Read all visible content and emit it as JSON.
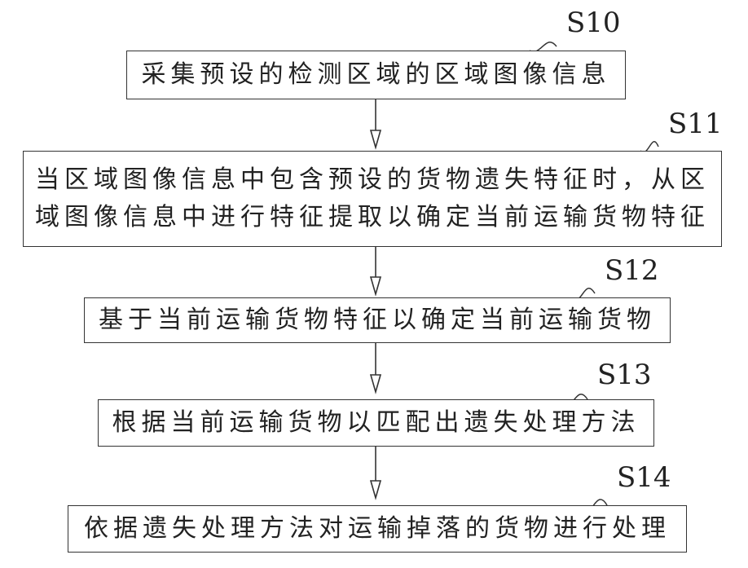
{
  "steps": [
    {
      "id": "S10",
      "text": "采集预设的检测区域的区域图像信息"
    },
    {
      "id": "S11",
      "text_line1": "当区域图像信息中包含预设的货物遗失特征时，从区",
      "text_line2": "域图像信息中进行特征提取以确定当前运输货物特征"
    },
    {
      "id": "S12",
      "text": "基于当前运输货物特征以确定当前运输货物"
    },
    {
      "id": "S13",
      "text": "根据当前运输货物以匹配出遗失处理方法"
    },
    {
      "id": "S14",
      "text": "依据遗失处理方法对运输掉落的货物进行处理"
    }
  ]
}
